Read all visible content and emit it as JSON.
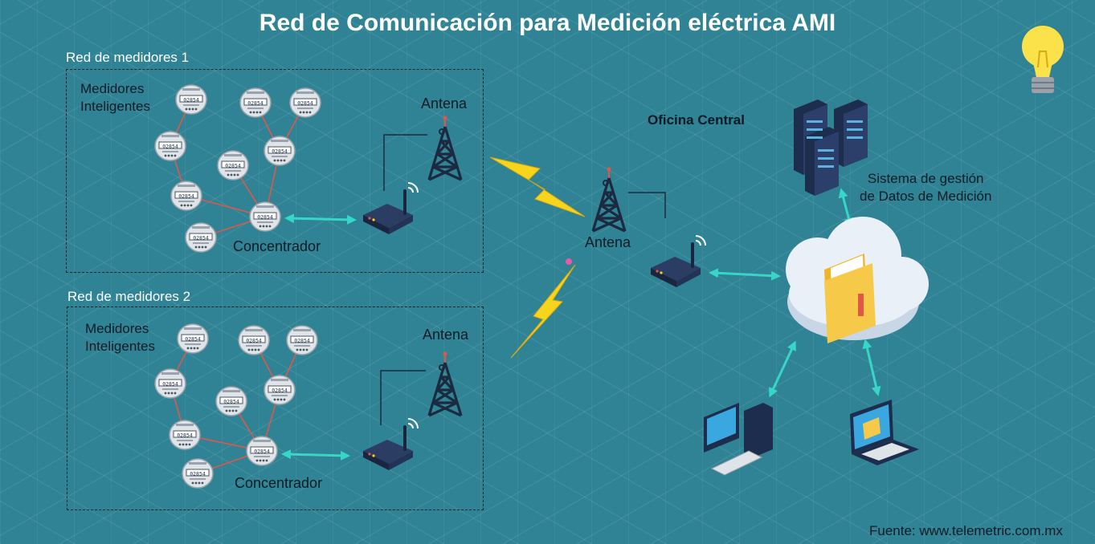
{
  "title": "Red de Comunicación para Medición eléctrica AMI",
  "networks": [
    {
      "label": "Red de medidores 1",
      "meters_label_1": "Medidores",
      "meters_label_2": "Inteligentes",
      "antenna_label": "Antena",
      "concentrator_label": "Concentrador"
    },
    {
      "label": "Red de medidores 2",
      "meters_label_1": "Medidores",
      "meters_label_2": "Inteligentes",
      "antenna_label": "Antena",
      "concentrator_label": "Concentrador"
    }
  ],
  "central": {
    "antenna_label": "Antena",
    "office_label": "Oficina Central",
    "mdms_label_1": "Sistema de gestión",
    "mdms_label_2": "de Datos de Medición"
  },
  "meter_reading": "02854",
  "source": "Fuente: www.telemetric.com.mx",
  "icons": [
    "light-bulb-icon",
    "electric-meter-icon",
    "antenna-tower-icon",
    "wifi-router-icon",
    "lightning-bolt-icon",
    "server-rack-icon",
    "cloud-folder-icon",
    "desktop-computer-icon",
    "laptop-icon"
  ],
  "colors": {
    "background": "#2f8394",
    "link_line": "#e0574a",
    "arrow": "#36d6c8",
    "lightning": "#f7d51d",
    "device": "#1d2d4d"
  }
}
